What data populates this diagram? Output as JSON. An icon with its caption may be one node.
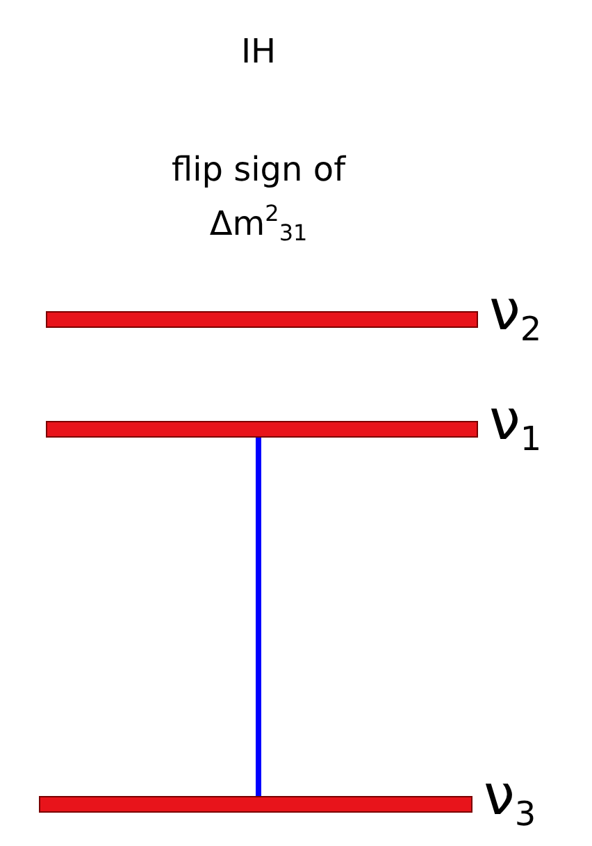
{
  "diagram": {
    "title": "IH",
    "nodes": [
      {
        "text": [],
        "shape": "bar",
        "beside": [
          "ν$_{2}$"
        ]
      },
      {
        "text": [],
        "shape": "bar",
        "beside": [
          "ν$_{1}$"
        ]
      },
      {
        "text": [],
        "shape": "bar",
        "beside": [
          "ν$_{3}$"
        ]
      }
    ],
    "edges": [
      {
        "from": 1,
        "to": 2,
        "arrow": "none",
        "color": "#0000ff"
      }
    ],
    "labels": [
      "flip sign of Δm$^{2}$$_{31}$"
    ]
  }
}
